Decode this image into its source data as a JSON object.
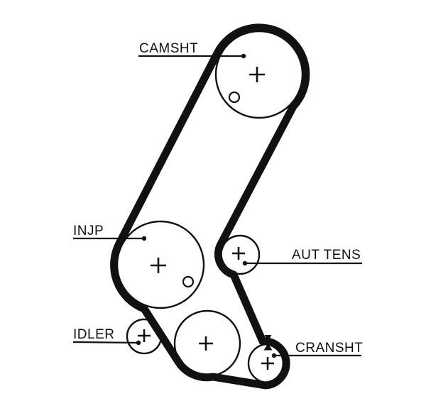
{
  "diagram": {
    "type": "timing-belt-routing-diagram",
    "colors": {
      "ink": "#111111",
      "bg": "#ffffff"
    },
    "labels": {
      "camshaft": "CAMSHT",
      "injection_pump": "INJP",
      "auto_tensioner": "AUT TENS",
      "idler": "IDLER",
      "crankshaft": "CRANSHT"
    },
    "marks": {
      "pulley_center_glyph": "+",
      "crankshaft_timing_mark": "aligned-triangle-arrows"
    }
  }
}
